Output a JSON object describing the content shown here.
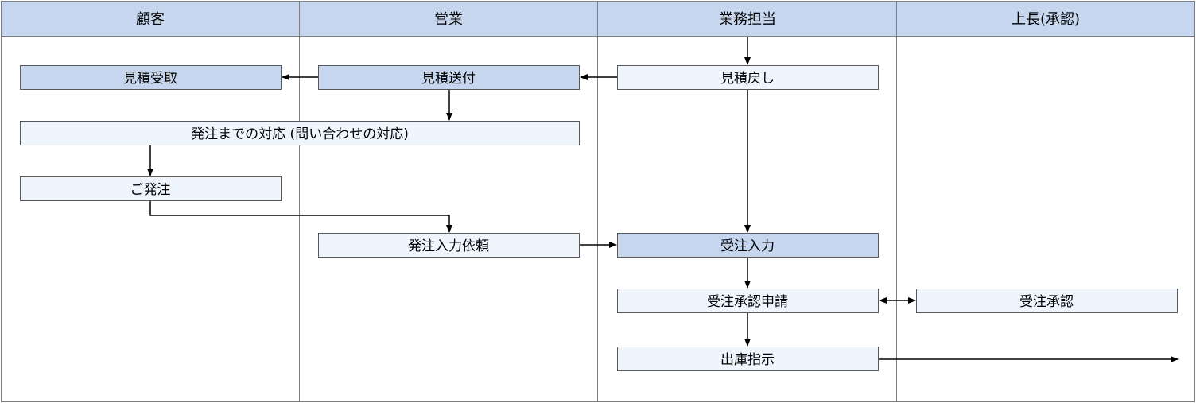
{
  "lanes": [
    {
      "id": "customer",
      "label": "顧客"
    },
    {
      "id": "sales",
      "label": "営業"
    },
    {
      "id": "ops",
      "label": "業務担当"
    },
    {
      "id": "boss",
      "label": "上長(承認)"
    }
  ],
  "boxes": {
    "mitsumori_uketori": {
      "label": "見積受取",
      "style": "dark"
    },
    "mitsumori_soufu": {
      "label": "見積送付",
      "style": "dark"
    },
    "mitsumori_modoshi": {
      "label": "見積戻し",
      "style": "light"
    },
    "hacchu_taiou": {
      "label": "発注までの対応 (問い合わせの対応)",
      "style": "light"
    },
    "go_hacchu": {
      "label": "ご発注",
      "style": "light"
    },
    "hacchu_nyuryoku_irai": {
      "label": "発注入力依頼",
      "style": "light"
    },
    "juchu_nyuryoku": {
      "label": "受注入力",
      "style": "dark"
    },
    "juchu_shounin_shinsei": {
      "label": "受注承認申請",
      "style": "light"
    },
    "juchu_shounin": {
      "label": "受注承認",
      "style": "light"
    },
    "shukko_shiji": {
      "label": "出庫指示",
      "style": "light"
    }
  },
  "colors": {
    "header": "#c5d6ee",
    "box_dark": "#c5d6ee",
    "box_light": "#eef5fd",
    "border": "#7f7f7f",
    "arrow": "#000000"
  }
}
